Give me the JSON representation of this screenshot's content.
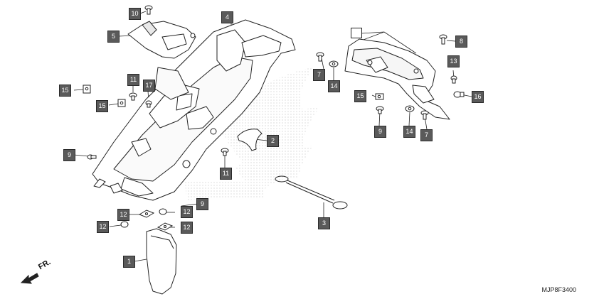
{
  "diagram": {
    "reference_code": "MJP8F3400",
    "direction_label": "FR.",
    "callouts": {
      "c1": "1",
      "c2": "2",
      "c3": "3",
      "c4": "4",
      "c5": "5",
      "c7a": "7",
      "c7b": "7",
      "c8": "8",
      "c9a": "9",
      "c9b": "9",
      "c9c": "9",
      "c10": "10",
      "c11a": "11",
      "c11b": "11",
      "c12a": "12",
      "c12b": "12",
      "c12c": "12",
      "c12d": "12",
      "c13": "13",
      "c14a": "14",
      "c14b": "14",
      "c15a": "15",
      "c15b": "15",
      "c15c": "15",
      "c16": "16",
      "c17": "17"
    },
    "colors": {
      "callout_fill": "#5a5a5a",
      "line": "#222222",
      "watermark": "#d0d0d0"
    }
  }
}
